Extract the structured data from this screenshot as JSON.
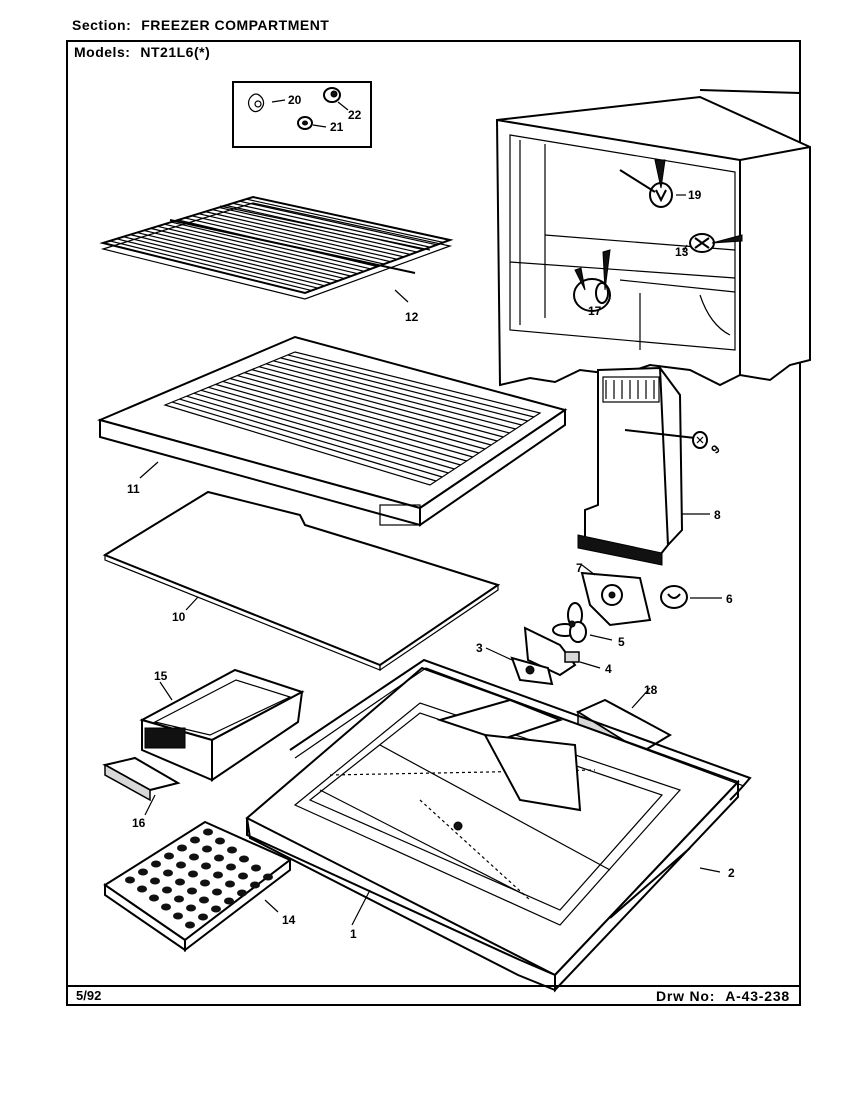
{
  "header": {
    "section_label": "Section:",
    "section_value": "FREEZER COMPARTMENT",
    "models_label": "Models:",
    "models_value": "NT21L6(*)"
  },
  "footer": {
    "date": "5/92",
    "drawing_label": "Drw No:",
    "drawing_number": "A-43-238"
  },
  "callouts": {
    "c1": "1",
    "c2": "2",
    "c3": "3",
    "c4": "4",
    "c5": "5",
    "c6": "6",
    "c7": "7",
    "c8": "8",
    "c9": "9",
    "c10": "10",
    "c11": "11",
    "c12": "12",
    "c13": "13",
    "c14": "14",
    "c15": "15",
    "c16": "16",
    "c17": "17",
    "c18": "18",
    "c19": "19",
    "c20": "20",
    "c21": "21",
    "c22": "22"
  }
}
